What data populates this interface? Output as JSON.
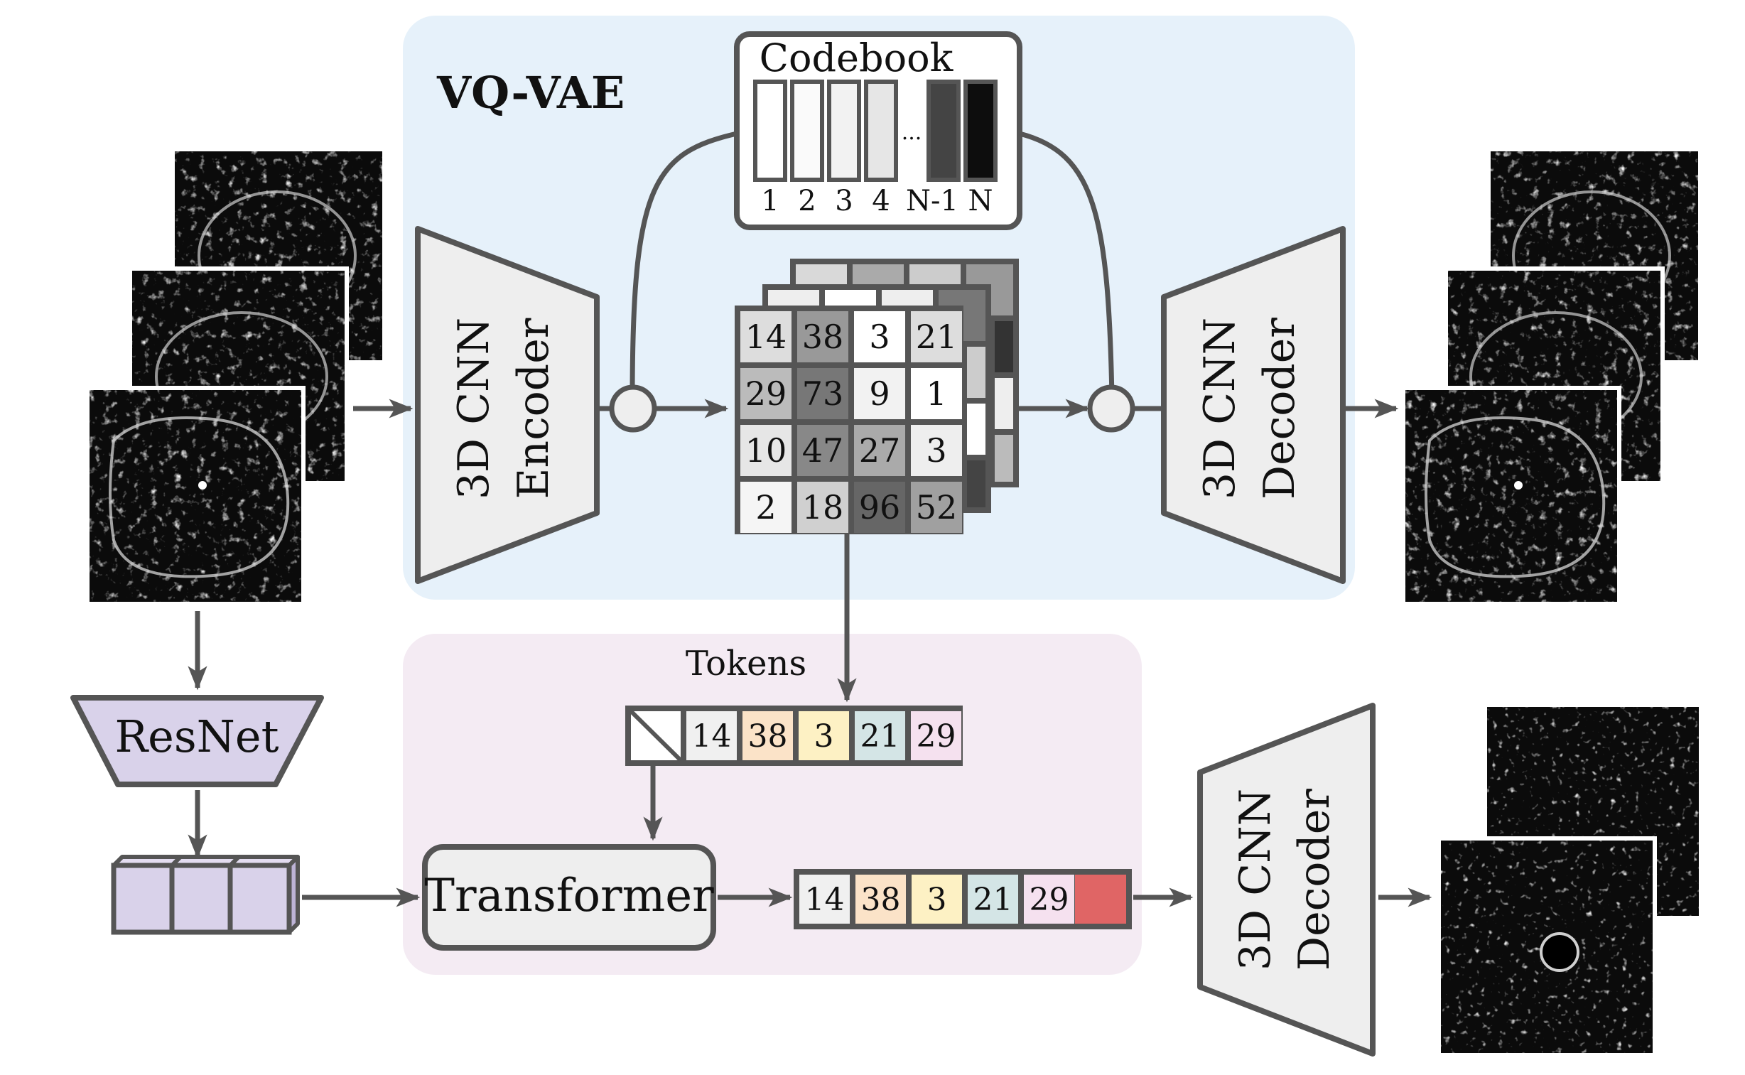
{
  "vqvae": {
    "title": "VQ-VAE",
    "encoder_line1": "3D CNN",
    "encoder_line2": "Encoder",
    "decoder_line1": "3D CNN",
    "decoder_line2": "Decoder"
  },
  "codebook": {
    "title": "Codebook",
    "labels": [
      "1",
      "2",
      "3",
      "4",
      "N-1",
      "N"
    ],
    "ellipsis": "..."
  },
  "grid": {
    "values": [
      "14",
      "38",
      "3",
      "21",
      "29",
      "73",
      "9",
      "1",
      "10",
      "47",
      "27",
      "3",
      "2",
      "18",
      "96",
      "52"
    ]
  },
  "tokens": {
    "label": "Tokens",
    "values": [
      "14",
      "38",
      "3",
      "21",
      "29"
    ]
  },
  "bottom": {
    "resnet": "ResNet",
    "transformer": "Transformer",
    "output_tokens": [
      "14",
      "38",
      "3",
      "21",
      "29"
    ],
    "decoder_line1": "3D CNN",
    "decoder_line2": "Decoder"
  },
  "colors": {
    "vqvae_panel": "#e6f1fa",
    "transformer_panel": "#f4ebf3",
    "stroke": "#555555",
    "resnet_fill": "#d9d2ea",
    "token_14": "#f0f0f0",
    "token_38": "#fbe3c8",
    "token_3": "#fdf1c4",
    "token_21": "#d4e5e6",
    "token_29": "#f5e1ef",
    "predicted_token": "#e06565"
  }
}
